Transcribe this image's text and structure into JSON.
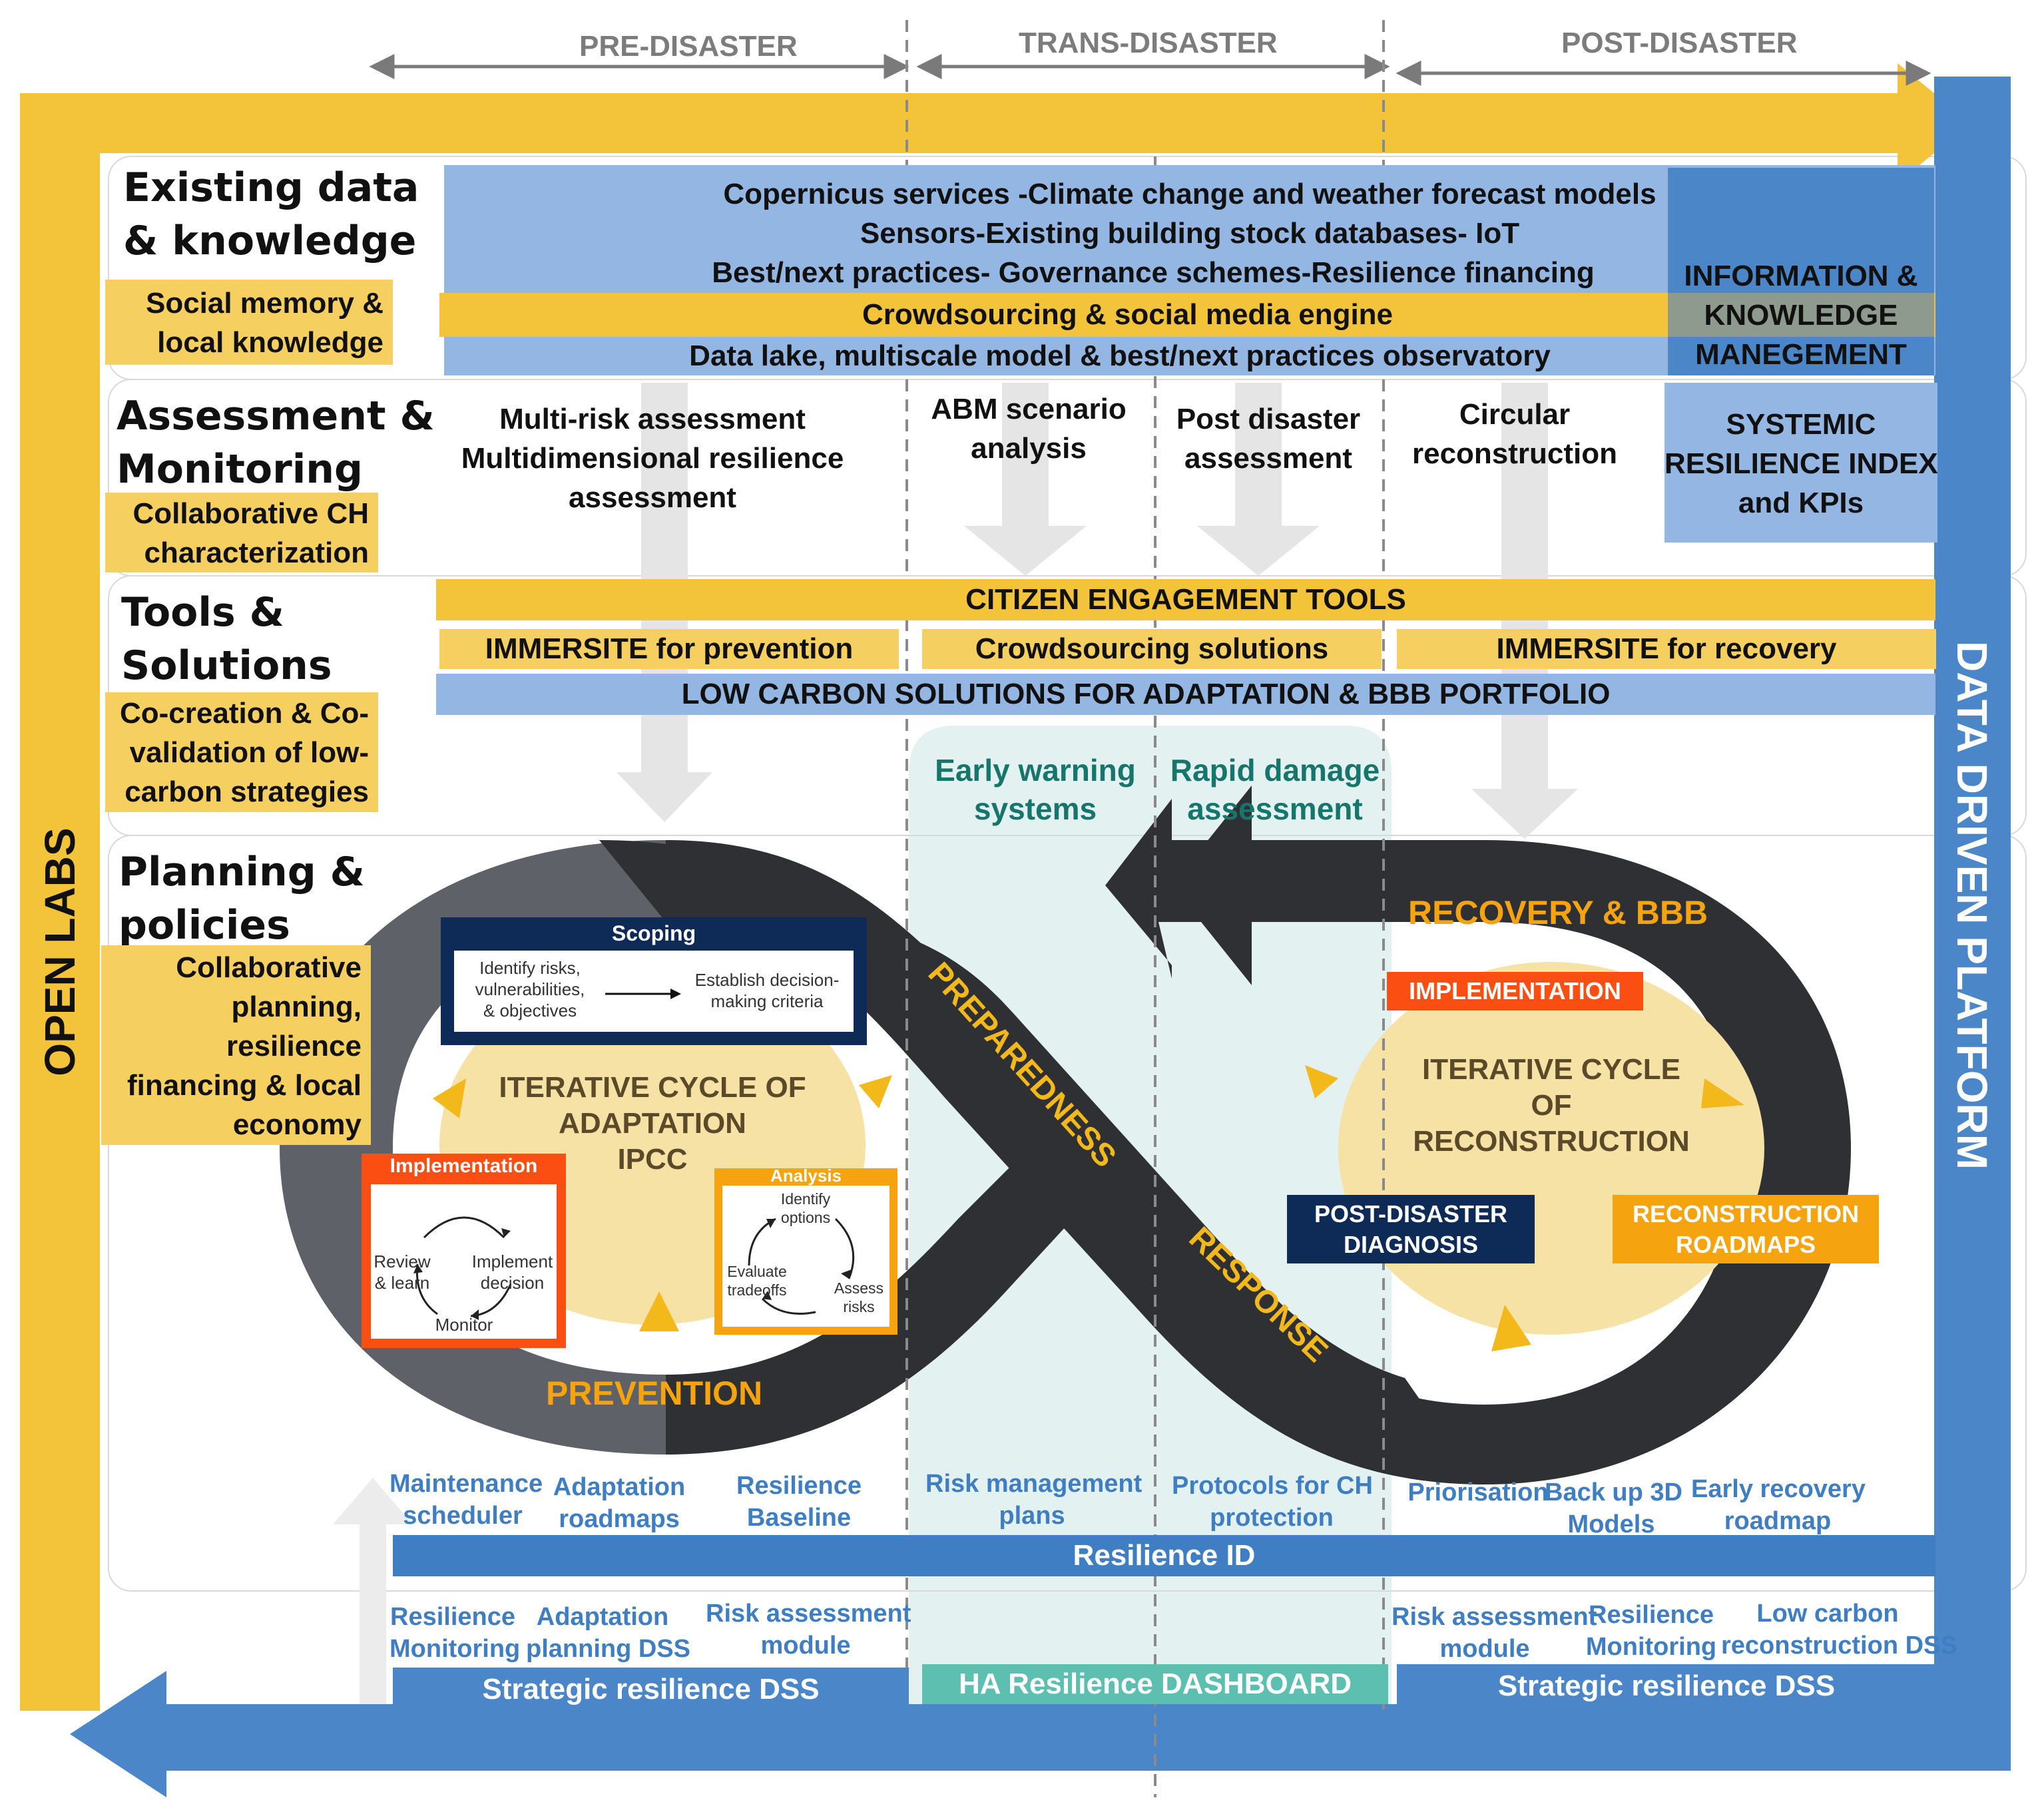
{
  "phases": {
    "pre": "PRE-DISASTER",
    "trans": "TRANS-DISASTER",
    "post": "POST-DISASTER"
  },
  "side_labels": {
    "left": "OPEN LABS",
    "right": "DATA DRIVEN PLATFORM"
  },
  "rows": {
    "existing": {
      "title_line1": "Existing data",
      "title_line2": "& knowledge",
      "note_line1": "Social memory &",
      "note_line2": "local knowledge",
      "band_line1": "Copernicus services -Climate change and weather forecast models",
      "band_line2": "Sensors-Existing  building stock databases- IoT",
      "band_line3": "Best/next practices- Governance schemes-Resilience financing",
      "crowd_band": "Crowdsourcing & social media engine",
      "lake_band": "Data lake, multiscale model & best/next practices observatory",
      "side_box_line1": "INFORMATION  &",
      "side_box_line2": "KNOWLEDGE",
      "side_box_line3": "MANEGEMENT"
    },
    "assessment": {
      "title_line1": "Assessment &",
      "title_line2": "Monitoring",
      "note_line1": "Collaborative CH",
      "note_line2": "characterization",
      "col1_line1": "Multi-risk assessment",
      "col1_line2": "Multidimensional resilience",
      "col1_line3": "assessment",
      "col2_line1": "ABM scenario",
      "col2_line2": "analysis",
      "col3_line1": "Post disaster",
      "col3_line2": "assessment",
      "col4_line1": "Circular",
      "col4_line2": "reconstruction",
      "side_box_line1": "SYSTEMIC",
      "side_box_line2": "RESILIENCE INDEX",
      "side_box_line3": "and KPIs"
    },
    "tools": {
      "title_line1": "Tools &",
      "title_line2": "Solutions",
      "note_line1": "Co-creation & Co-",
      "note_line2": "validation of low-",
      "note_line3": "carbon strategies",
      "citizen": "CITIZEN ENGAGEMENT TOOLS",
      "immersite_prev": "IMMERSITE for prevention",
      "crowd_solutions": "Crowdsourcing solutions",
      "immersite_rec": "IMMERSITE for recovery",
      "low_carbon": "LOW CARBON SOLUTIONS  FOR ADAPTATION & BBB PORTFOLIO",
      "early_warning_line1": "Early warning",
      "early_warning_line2": "systems",
      "rapid_line1": "Rapid damage",
      "rapid_line2": "assessment"
    },
    "planning": {
      "title_line1": "Planning &",
      "title_line2": "policies",
      "note_line1": "Collaborative",
      "note_line2": "planning,",
      "note_line3": "resilience",
      "note_line4": "financing & local",
      "note_line5": "economy"
    }
  },
  "cycle": {
    "scoping_title": "Scoping",
    "scoping_left_1": "Identify risks,",
    "scoping_left_2": "vulnerabilities,",
    "scoping_left_3": "& objectives",
    "scoping_right_1": "Establish decision-",
    "scoping_right_2": "making criteria",
    "adapt_line1": "ITERATIVE CYCLE OF",
    "adapt_line2": "ADAPTATION",
    "adapt_line3": "IPCC",
    "implementation_title": "Implementation",
    "impl_review_1": "Review",
    "impl_review_2": "& learn",
    "impl_decision_1": "Implement",
    "impl_decision_2": "decision",
    "impl_monitor": "Monitor",
    "analysis_title": "Analysis",
    "an_identify_1": "Identify",
    "an_identify_2": "options",
    "an_assess_1": "Assess",
    "an_assess_2": "risks",
    "an_eval_1": "Evaluate",
    "an_eval_2": "tradeoffs",
    "prevention": "PREVENTION",
    "preparedness": "PREPAREDNESS",
    "response": "RESPONSE",
    "recovery": "RECOVERY & BBB",
    "implementation_tag": "IMPLEMENTATION",
    "recon_line1": "ITERATIVE CYCLE",
    "recon_line2": "OF",
    "recon_line3": "RECONSTRUCTION",
    "post_diag_line1": "POST-DISASTER",
    "post_diag_line2": "DIAGNOSIS",
    "roadmaps_line1": "RECONSTRUCTION",
    "roadmaps_line2": "ROADMAPS"
  },
  "bottom": {
    "row1": [
      {
        "l1": "Maintenance",
        "l2": "scheduler"
      },
      {
        "l1": "Adaptation",
        "l2": "roadmaps"
      },
      {
        "l1": "Resilience",
        "l2": "Baseline"
      },
      {
        "l1": "Risk management",
        "l2": "plans"
      },
      {
        "l1": "Protocols for CH",
        "l2": "protection"
      },
      {
        "l1": "Priorisation",
        "l2": ""
      },
      {
        "l1": "Back up 3D",
        "l2": "Models"
      },
      {
        "l1": "Early recovery",
        "l2": "roadmap"
      }
    ],
    "resilience_id": "Resilience ID",
    "row2": [
      {
        "l1": "Resilience",
        "l2": "Monitoring"
      },
      {
        "l1": "Adaptation",
        "l2": "planning DSS"
      },
      {
        "l1": "Risk assessment",
        "l2": "module"
      },
      {
        "l1": "Risk assessment",
        "l2": "module"
      },
      {
        "l1": "Resilience",
        "l2": "Monitoring"
      },
      {
        "l1": "Low carbon",
        "l2": "reconstruction DSS"
      }
    ],
    "dss_left": "Strategic resilience DSS",
    "dashboard": "HA Resilience DASHBOARD",
    "dss_right": "Strategic resilience DSS"
  },
  "colors": {
    "yellow": "#f3c43a",
    "light_yellow": "#f5cf60",
    "light_blue": "#94b6e2",
    "mid_blue": "#4a86c8",
    "dark_blue": "#3f7ec3",
    "teal": "#5dbfb0",
    "dark_gray": "#2f3033",
    "orange": "#f5a30e",
    "red_orange": "#fb4e12",
    "navy": "#0e2a57"
  }
}
